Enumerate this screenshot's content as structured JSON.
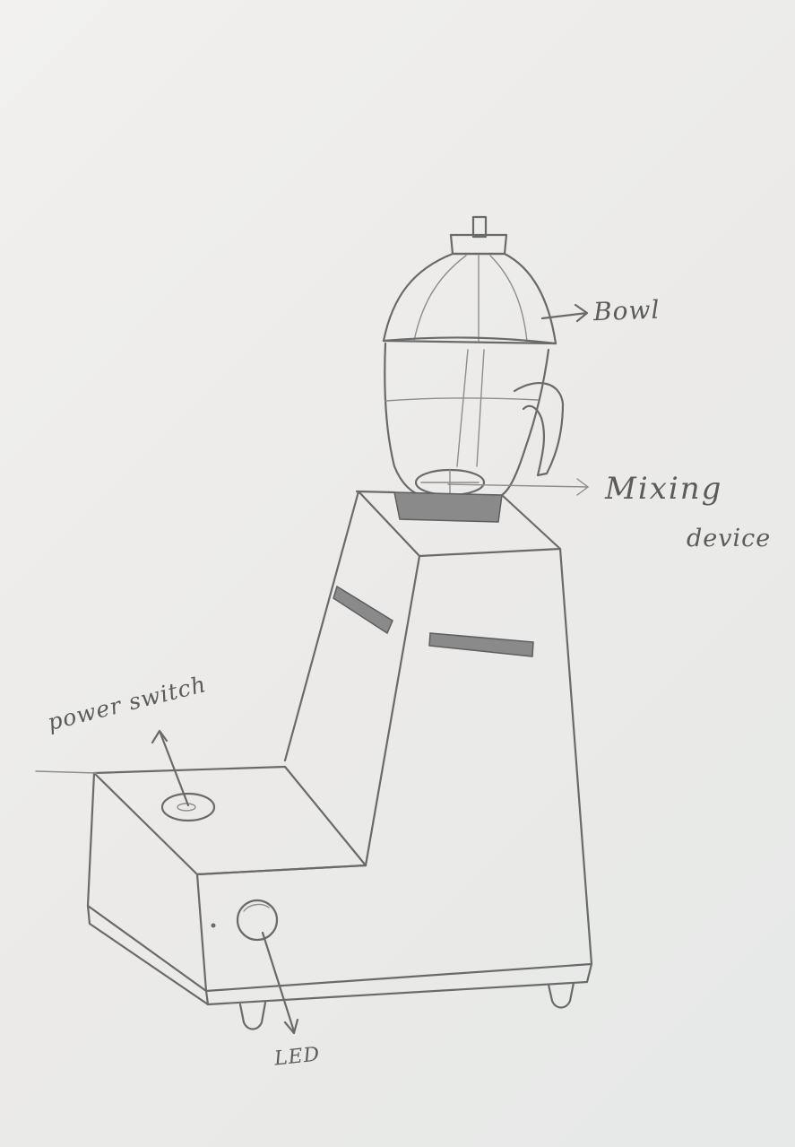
{
  "labels": {
    "bowl": "Bowl",
    "mixing_line1": "Mixing",
    "mixing_line2": "device",
    "power_switch": "power switch",
    "led": "LED"
  },
  "colors": {
    "pencil": "#6a6a6a",
    "paper": "#efeeec",
    "shading": "#8a8a8a"
  }
}
